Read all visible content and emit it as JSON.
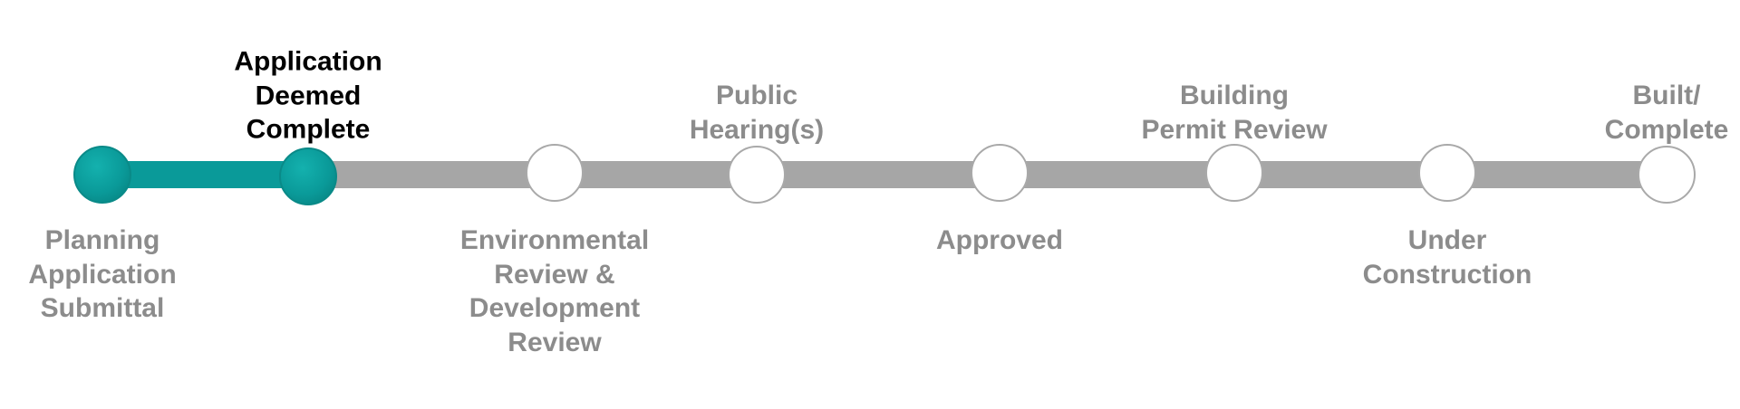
{
  "colors": {
    "completed": "#0a9a99",
    "pending_track": "#a6a6a6",
    "pending_node": "#ffffff",
    "label_current": "#000000",
    "label_default": "#8c8c8c"
  },
  "stages": [
    {
      "label": "Planning\nApplication\nSubmittal",
      "status": "completed",
      "position": "below"
    },
    {
      "label": "Application\nDeemed\nComplete",
      "status": "current",
      "position": "above"
    },
    {
      "label": "Environmental\nReview &\nDevelopment\nReview",
      "status": "pending",
      "position": "below"
    },
    {
      "label": "Public\nHearing(s)",
      "status": "pending",
      "position": "above"
    },
    {
      "label": "Approved",
      "status": "pending",
      "position": "below"
    },
    {
      "label": "Building\nPermit Review",
      "status": "pending",
      "position": "above"
    },
    {
      "label": "Under\nConstruction",
      "status": "pending",
      "position": "below"
    },
    {
      "label": "Built/\nComplete",
      "status": "pending",
      "position": "above"
    }
  ]
}
